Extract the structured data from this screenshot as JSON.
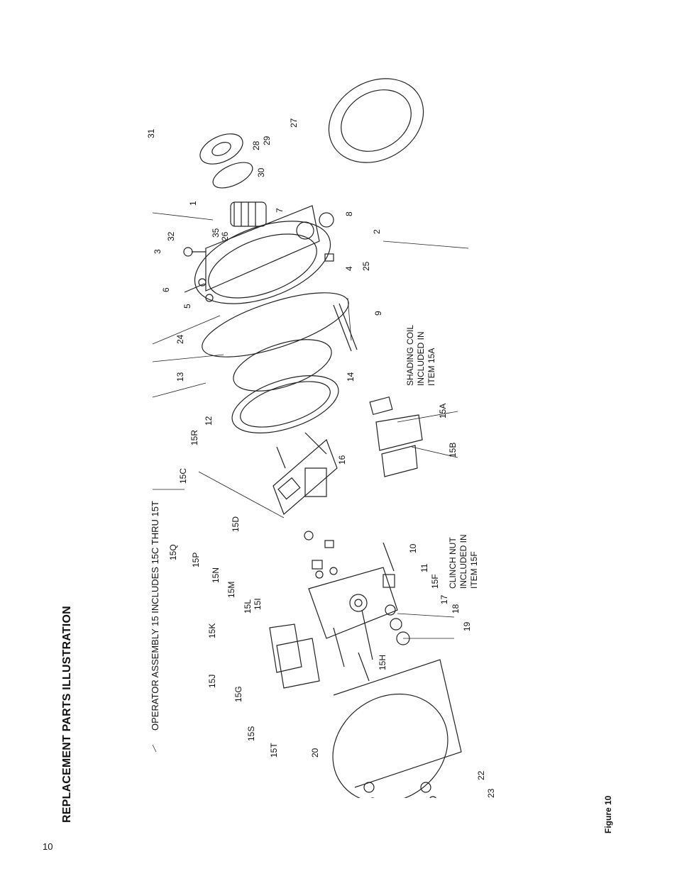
{
  "page": {
    "heading": "REPLACEMENT PARTS ILLUSTRATION",
    "figure_caption": "Figure 10",
    "page_number": "10"
  },
  "diagram": {
    "assembly_note": "OPERATOR ASSEMBLY 15 INCLUDES 15C THRU 15T",
    "shading_coil_note": [
      "SHADING COIL",
      "INCLUDED IN",
      "ITEM 15A"
    ],
    "clinch_nut_note": [
      "CLINCH NUT",
      "INCLUDED IN",
      "ITEM 15F"
    ],
    "part_labels": {
      "p1": "1",
      "p2": "2",
      "p3": "3",
      "p4": "4",
      "p5": "5",
      "p6": "6",
      "p7": "7",
      "p8": "8",
      "p9": "9",
      "p10": "10",
      "p11": "11",
      "p12": "12",
      "p13": "13",
      "p14": "14",
      "p16": "16",
      "p17": "17",
      "p18": "18",
      "p19": "19",
      "p20": "20",
      "p22": "22",
      "p23": "23",
      "p24": "24",
      "p25": "25",
      "p26": "26",
      "p27": "27",
      "p28": "28",
      "p29": "29",
      "p30": "30",
      "p31": "31",
      "p32": "32",
      "p35": "35",
      "p15A": "15A",
      "p15B": "15B",
      "p15C": "15C",
      "p15D": "15D",
      "p15F": "15F",
      "p15G": "15G",
      "p15H": "15H",
      "p15I": "15I",
      "p15J": "15J",
      "p15K": "15K",
      "p15L": "15L",
      "p15M": "15M",
      "p15N": "15N",
      "p15P": "15P",
      "p15Q": "15Q",
      "p15R": "15R",
      "p15S": "15S",
      "p15T": "15T"
    }
  }
}
